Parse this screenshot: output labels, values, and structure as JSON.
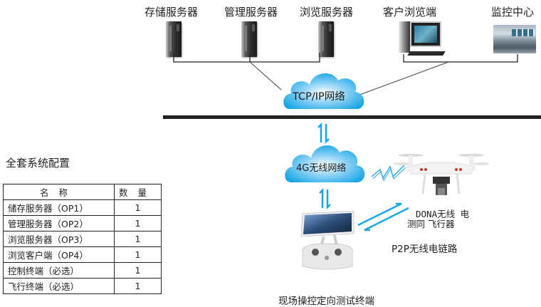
{
  "diagram": {
    "top_nodes": [
      {
        "id": "storage-server",
        "label": "存储服务器"
      },
      {
        "id": "management-server",
        "label": "管理服务器"
      },
      {
        "id": "browse-server",
        "label": "浏览服务器"
      },
      {
        "id": "client-browser",
        "label": "客户浏览端"
      },
      {
        "id": "monitoring-center",
        "label": "监控中心"
      }
    ],
    "tcp_cloud": {
      "label": "TCP/IP网络"
    },
    "wireless_cloud": {
      "label": "4G无线网络"
    },
    "drone": {
      "label_line1": "DONA无线  电",
      "label_line2": "测同 飞行器"
    },
    "p2p_link": {
      "label": "P2P无线电链路"
    },
    "terminal": {
      "label": "现场操控定向测试终端"
    },
    "colors": {
      "cloud_blue": "#1aa9e8",
      "arrow_blue": "#18a6e6",
      "line_dark": "#222222"
    }
  },
  "config": {
    "title": "全套系统配置",
    "headers": {
      "name": "名称",
      "quantity": "数量"
    },
    "rows": [
      {
        "name": "储存服务器（OP1）",
        "quantity": "1"
      },
      {
        "name": "管理服务器（OP2）",
        "quantity": "1"
      },
      {
        "name": "浏览服务器（OP3）",
        "quantity": "1"
      },
      {
        "name": "浏览客户端（OP4）",
        "quantity": "1"
      },
      {
        "name": "控制终端（必选）",
        "quantity": "1"
      },
      {
        "name": "飞行终端（必选）",
        "quantity": "1"
      }
    ]
  }
}
